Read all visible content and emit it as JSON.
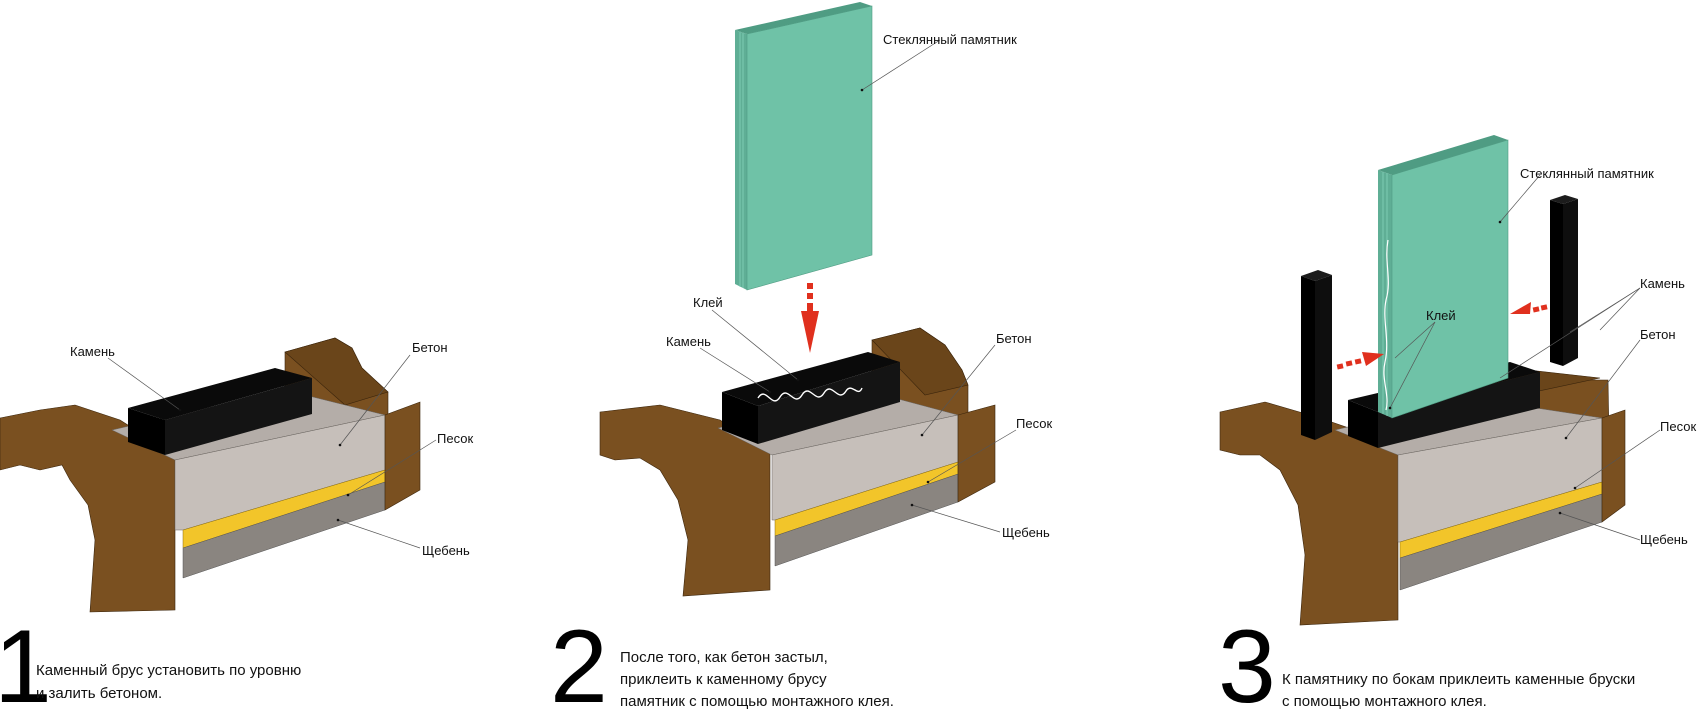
{
  "steps": [
    {
      "number": "1",
      "caption": [
        "Каменный брус установить по уровню",
        "и залить бетоном."
      ],
      "labels": {
        "stone": "Камень",
        "concrete": "Бетон",
        "sand": "Песок",
        "gravel": "Щебень"
      }
    },
    {
      "number": "2",
      "caption": [
        "После того, как бетон застыл,",
        "приклеить к каменному брусу",
        "памятник с помощью монтажного клея."
      ],
      "labels": {
        "monument": "Стеклянный памятник",
        "glue": "Клей",
        "stone": "Камень",
        "concrete": "Бетон",
        "sand": "Песок",
        "gravel": "Щебень"
      }
    },
    {
      "number": "3",
      "caption": [
        "К памятнику по бокам приклеить каменные бруски",
        "с помощью монтажного клея."
      ],
      "labels": {
        "monument": "Стеклянный памятник",
        "glue": "Клей",
        "stone": "Камень",
        "concrete": "Бетон",
        "sand": "Песок",
        "gravel": "Щебень"
      }
    }
  ],
  "colors": {
    "soil": "#7a5020",
    "soil_dark": "#5e3c16",
    "concrete_top": "#b4ada8",
    "concrete_side": "#c6bfba",
    "sand": "#f2c52a",
    "gravel": "#8a8580",
    "stone": "#0a0a0a",
    "glass": "#6fc2a7",
    "glass_edge": "#4f9c83",
    "arrow": "#e0301e"
  }
}
